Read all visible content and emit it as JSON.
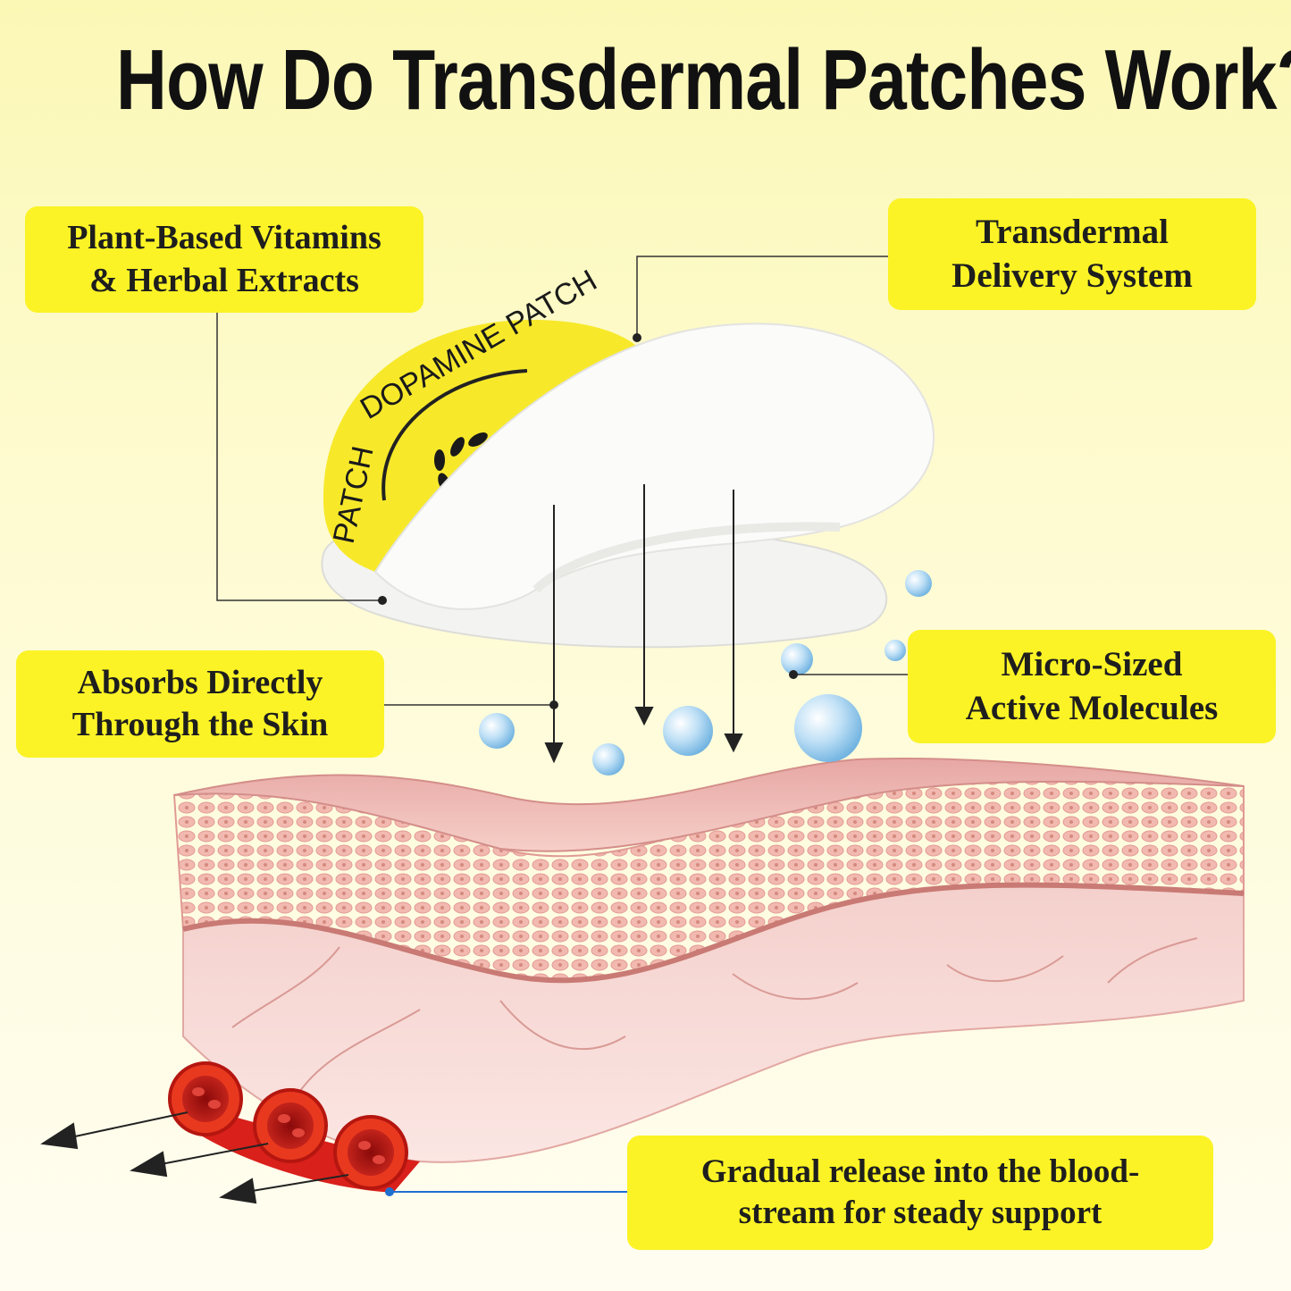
{
  "title": "How Do Transdermal Patches Work?",
  "labels": {
    "plant": [
      "Plant-Based Vitamins",
      "& Herbal Extracts"
    ],
    "transdermal": [
      "Transdermal",
      "Delivery System"
    ],
    "absorb": [
      "Absorbs Directly",
      "Through the Skin"
    ],
    "micro": [
      "Micro-Sized",
      "Active Molecules"
    ],
    "release": [
      "Gradual release into the blood-",
      "stream for steady support"
    ]
  },
  "patch": {
    "arc_text_top": "DOPAMINE PATCH",
    "arc_text_side": "PATCH"
  },
  "colors": {
    "label_bg": "#fbf325",
    "patch_yellow": "#f7e92a",
    "skin_pink": "#f1c2c0",
    "vessel_red": "#d9201b",
    "leader_blue": "#1f6fd1"
  }
}
